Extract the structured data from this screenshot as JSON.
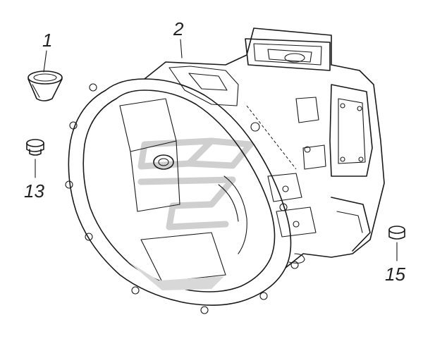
{
  "callouts": [
    {
      "id": "1",
      "label": "1"
    },
    {
      "id": "2",
      "label": "2"
    },
    {
      "id": "13",
      "label": "13"
    },
    {
      "id": "15",
      "label": "15"
    }
  ],
  "parts": [
    {
      "callout": "1",
      "icon": "bushing-icon"
    },
    {
      "callout": "2",
      "icon": "clutch-housing-icon"
    },
    {
      "callout": "13",
      "icon": "bolt-plug-icon"
    },
    {
      "callout": "15",
      "icon": "plug-icon"
    }
  ],
  "colors": {
    "line": "#1a1a1a",
    "watermark": "#cfcfcf",
    "background": "#ffffff"
  }
}
